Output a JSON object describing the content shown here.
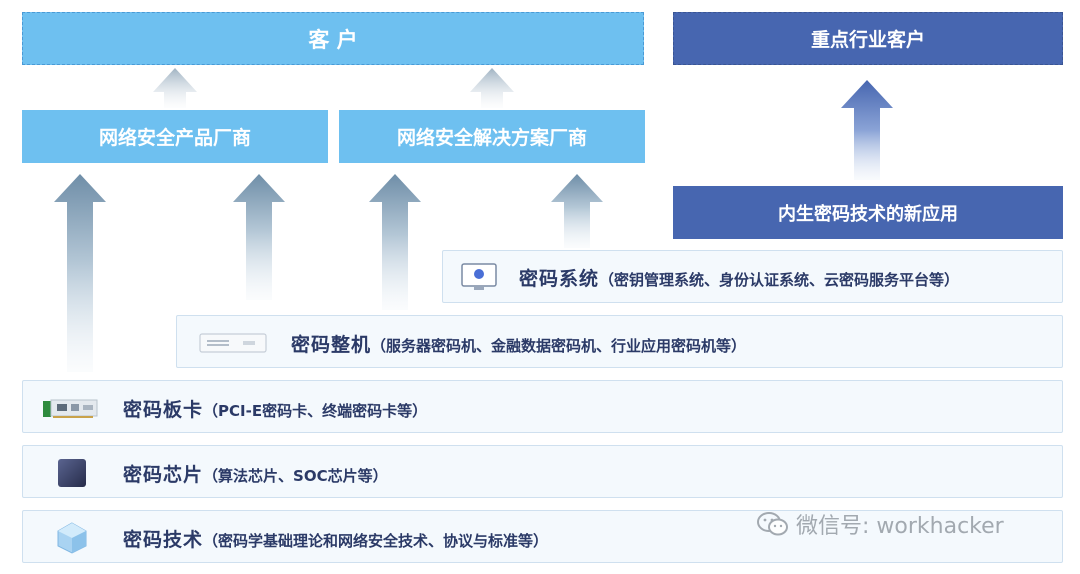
{
  "top": {
    "customer": "客 户",
    "key_customer": "重点行业客户"
  },
  "middle": {
    "product_vendor": "网络安全产品厂商",
    "solution_vendor": "网络安全解决方案厂商",
    "new_application": "内生密码技术的新应用"
  },
  "layers": [
    {
      "title": "密码系统",
      "desc": "（密钥管理系统、身份认证系统、云密码服务平台等）",
      "icon": "monitor-icon"
    },
    {
      "title": "密码整机",
      "desc": "（服务器密码机、金融数据密码机、行业应用密码机等）",
      "icon": "server-icon"
    },
    {
      "title": "密码板卡",
      "desc": "（PCI-E密码卡、终端密码卡等）",
      "icon": "circuit-board-icon"
    },
    {
      "title": "密码芯片",
      "desc": "（算法芯片、SOC芯片等）",
      "icon": "chip-icon"
    },
    {
      "title": "密码技术",
      "desc": "（密码学基础理论和网络安全技术、协议与标准等）",
      "icon": "cube-icon"
    }
  ],
  "watermark": {
    "text": "微信号: workhacker",
    "icon": "wechat-icon"
  },
  "colors": {
    "light_blue": "#6ec0f0",
    "dark_blue": "#4766b0",
    "layer_bg": "#f4f9fd",
    "text_dark": "#2b3a67"
  }
}
